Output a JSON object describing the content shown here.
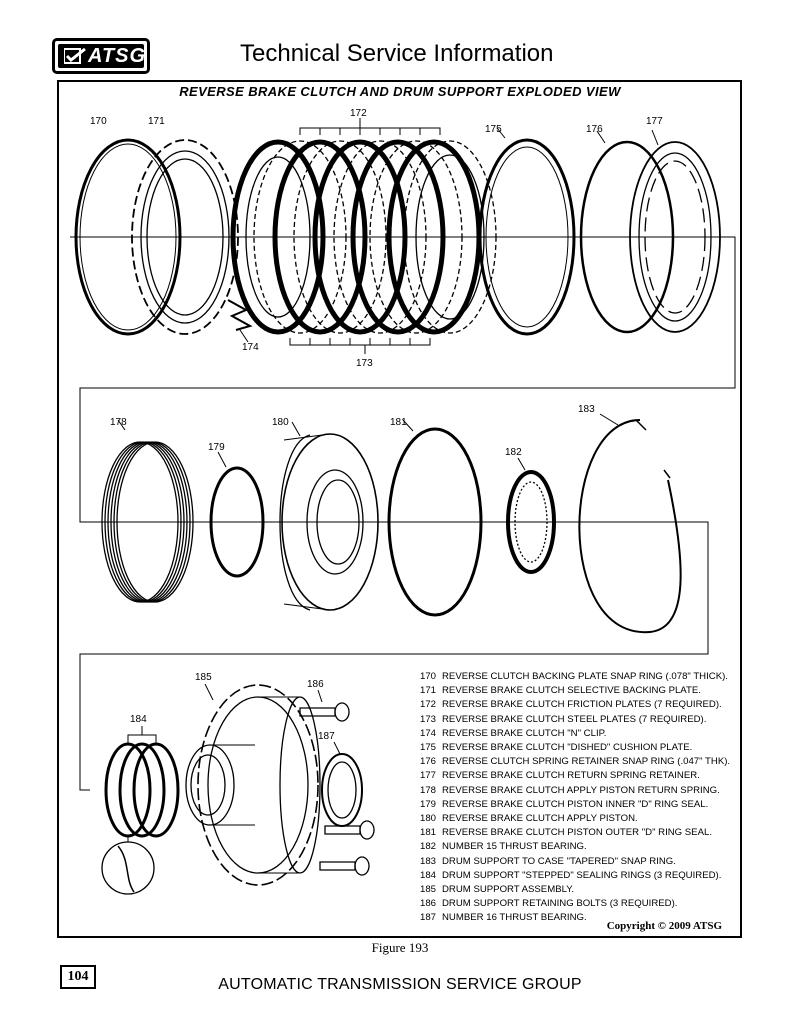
{
  "header": {
    "logo_text": "ATSG",
    "title": "Technical Service Information"
  },
  "figure_title": "REVERSE BRAKE CLUTCH AND DRUM SUPPORT EXPLODED VIEW",
  "callouts": [
    "170",
    "171",
    "172",
    "173",
    "174",
    "175",
    "176",
    "177",
    "178",
    "179",
    "180",
    "181",
    "182",
    "183",
    "184",
    "185",
    "186",
    "187"
  ],
  "legend": [
    {
      "num": "170",
      "text": "REVERSE CLUTCH BACKING PLATE SNAP RING (.078\" THICK)."
    },
    {
      "num": "171",
      "text": "REVERSE BRAKE CLUTCH SELECTIVE BACKING PLATE."
    },
    {
      "num": "172",
      "text": "REVERSE BRAKE CLUTCH FRICTION PLATES (7 REQUIRED)."
    },
    {
      "num": "173",
      "text": "REVERSE BRAKE CLUTCH STEEL PLATES (7 REQUIRED)."
    },
    {
      "num": "174",
      "text": "REVERSE BRAKE CLUTCH \"N\" CLIP."
    },
    {
      "num": "175",
      "text": "REVERSE BRAKE CLUTCH \"DISHED\" CUSHION PLATE."
    },
    {
      "num": "176",
      "text": "REVERSE CLUTCH SPRING RETAINER SNAP RING (.047\" THK)."
    },
    {
      "num": "177",
      "text": "REVERSE BRAKE CLUTCH RETURN SPRING RETAINER."
    },
    {
      "num": "178",
      "text": "REVERSE BRAKE CLUTCH APPLY PISTON RETURN SPRING."
    },
    {
      "num": "179",
      "text": "REVERSE BRAKE CLUTCH PISTON INNER \"D\" RING SEAL."
    },
    {
      "num": "180",
      "text": "REVERSE BRAKE CLUTCH APPLY PISTON."
    },
    {
      "num": "181",
      "text": "REVERSE BRAKE CLUTCH PISTON OUTER \"D\" RING SEAL."
    },
    {
      "num": "182",
      "text": "NUMBER 15 THRUST BEARING."
    },
    {
      "num": "183",
      "text": "DRUM SUPPORT TO CASE \"TAPERED\" SNAP RING."
    },
    {
      "num": "184",
      "text": "DRUM SUPPORT \"STEPPED\" SEALING RINGS (3 REQUIRED)."
    },
    {
      "num": "185",
      "text": "DRUM SUPPORT ASSEMBLY."
    },
    {
      "num": "186",
      "text": "DRUM SUPPORT RETAINING BOLTS (3 REQUIRED)."
    },
    {
      "num": "187",
      "text": "NUMBER 16 THRUST BEARING."
    }
  ],
  "copyright": "Copyright © 2009 ATSG",
  "figure_caption": "Figure 193",
  "page_number": "104",
  "footer": "AUTOMATIC TRANSMISSION SERVICE GROUP"
}
